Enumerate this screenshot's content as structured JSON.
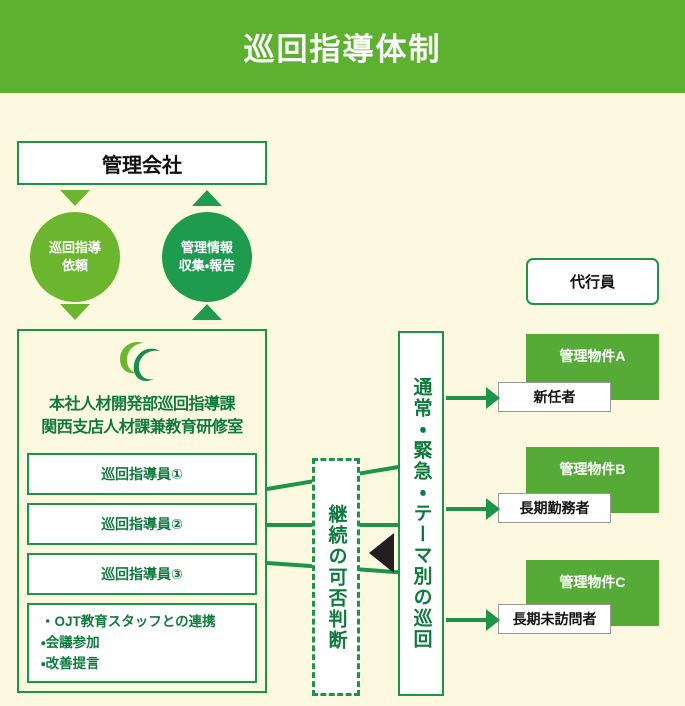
{
  "header": {
    "title": "巡回指導体制"
  },
  "colors": {
    "header_green": "#5cb130",
    "background_cream": "#fdf9e0",
    "line_green": "#1e9448",
    "circle_light_green": "#6bb62e",
    "circle_dark_green": "#1e9b4f",
    "property_box_green": "#56ab38",
    "triangle_black": "#231f20"
  },
  "top": {
    "management_company": "管理会社",
    "circle_request": "巡回指導\n依頼",
    "circle_request_line1": "巡回指導",
    "circle_request_line2": "依頼",
    "circle_report_line1": "管理情報",
    "circle_report_line2": "収集・報告"
  },
  "organization": {
    "logo": "cc-monogram-logo",
    "title_line1": "本社人材開発部巡回指導課",
    "title_line2": "関西支店人材課兼教育研修室",
    "staff": [
      {
        "label": "巡回指導員①"
      },
      {
        "label": "巡回指導員②"
      },
      {
        "label": "巡回指導員③"
      }
    ],
    "duties": [
      "・OJT教育スタッフとの連携",
      "・会議参加",
      "・改善提言"
    ]
  },
  "middle": {
    "continuation_judgement": "継続の可否判断",
    "patrol_types": "通常・緊急・テーマ別の巡回",
    "decision_arrow": "left-triangle-icon"
  },
  "right": {
    "substitute_staff": "代行員",
    "properties": [
      {
        "name": "管理物件A",
        "target": "新任者"
      },
      {
        "name": "管理物件B",
        "target": "長期勤務者"
      },
      {
        "name": "管理物件C",
        "target": "長期未訪問者"
      }
    ]
  }
}
